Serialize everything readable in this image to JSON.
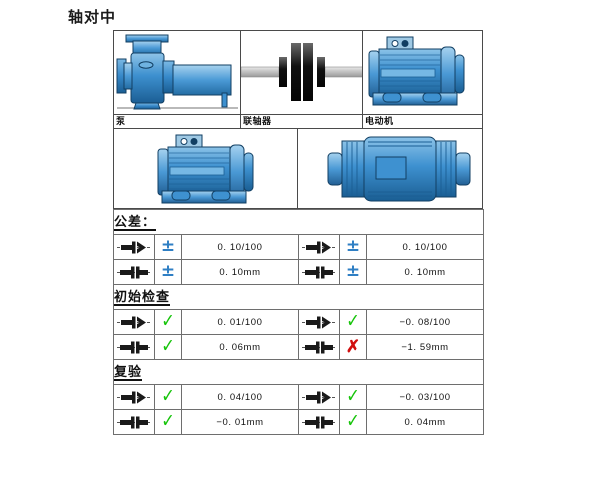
{
  "page": {
    "title": "轴对中"
  },
  "figures": {
    "items": [
      {
        "caption": "泵",
        "icon": "centrifugal-pump-illustration"
      },
      {
        "caption": "联轴器",
        "icon": "shaft-coupling-illustration"
      },
      {
        "caption": "电动机",
        "icon": "electric-motor-illustration"
      }
    ]
  },
  "views": {
    "items": [
      {
        "icon": "motor-side-view-illustration"
      },
      {
        "icon": "motor-top-view-illustration"
      }
    ]
  },
  "colors": {
    "machine_blue": "#2f86c8",
    "machine_blue_dark": "#14598f",
    "plus_minus_blue": "#2f7fc4",
    "check_green": "#16c40a",
    "cross_red": "#d10f0f",
    "border": "#4a4a4a"
  },
  "table": {
    "sections": [
      {
        "heading": "公差：",
        "rows": [
          {
            "left": {
              "icon": "angular-misalignment-icon",
              "mark": "plus-minus",
              "mark_glyph": "±",
              "value": "0. 10/100"
            },
            "right": {
              "icon": "angular-misalignment-icon",
              "mark": "plus-minus",
              "mark_glyph": "±",
              "value": "0. 10/100"
            }
          },
          {
            "left": {
              "icon": "offset-misalignment-icon",
              "mark": "plus-minus",
              "mark_glyph": "±",
              "value": "0. 10mm"
            },
            "right": {
              "icon": "offset-misalignment-icon",
              "mark": "plus-minus",
              "mark_glyph": "±",
              "value": "0. 10mm"
            }
          }
        ]
      },
      {
        "heading": "初始检查",
        "rows": [
          {
            "left": {
              "icon": "angular-misalignment-icon",
              "mark": "pass",
              "mark_glyph": "✓",
              "value": "0. 01/100"
            },
            "right": {
              "icon": "angular-misalignment-icon",
              "mark": "pass",
              "mark_glyph": "✓",
              "value": "−0. 08/100"
            }
          },
          {
            "left": {
              "icon": "offset-misalignment-icon",
              "mark": "pass",
              "mark_glyph": "✓",
              "value": "0. 06mm"
            },
            "right": {
              "icon": "offset-misalignment-icon",
              "mark": "fail",
              "mark_glyph": "✗",
              "value": "−1. 59mm"
            }
          }
        ]
      },
      {
        "heading": "复验",
        "rows": [
          {
            "left": {
              "icon": "angular-misalignment-icon",
              "mark": "pass",
              "mark_glyph": "✓",
              "value": "0. 04/100"
            },
            "right": {
              "icon": "angular-misalignment-icon",
              "mark": "pass",
              "mark_glyph": "✓",
              "value": "−0. 03/100"
            }
          },
          {
            "left": {
              "icon": "offset-misalignment-icon",
              "mark": "pass",
              "mark_glyph": "✓",
              "value": "−0. 01mm"
            },
            "right": {
              "icon": "offset-misalignment-icon",
              "mark": "pass",
              "mark_glyph": "✓",
              "value": "0. 04mm"
            }
          }
        ]
      }
    ]
  }
}
